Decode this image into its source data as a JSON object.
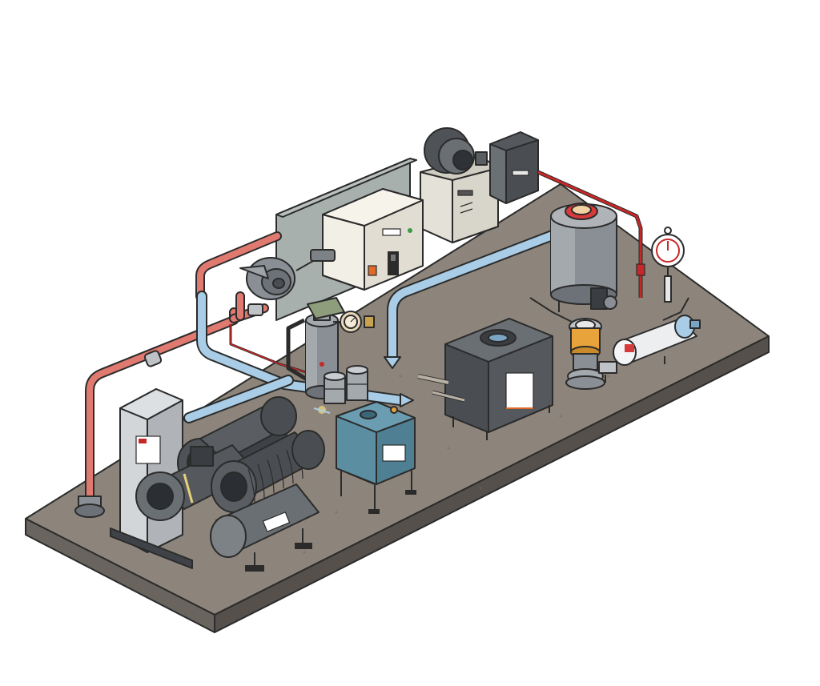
{
  "scene": {
    "kind": "isometric equipment room illustration",
    "text_labels": []
  },
  "palette": {
    "background": "#ffffff",
    "floor_top": "#8d857b",
    "floor_side": "#5f5a55",
    "hot_pipe": "#e07a70",
    "cold_pipe": "#a9cde6",
    "signal_line": "#c62828",
    "metal_dark": "#4f5358",
    "metal_mid": "#8a8f95",
    "metal_light": "#c9ccd0",
    "panel_beige": "#e4e1d8",
    "wall_panel": "#a8b0ad",
    "teal_unit": "#4e7f92",
    "orange_ring": "#e8a33a",
    "red_cap": "#d63a3a"
  },
  "equipment": [
    {
      "id": "wall-panel",
      "icon": "wall-panel"
    },
    {
      "id": "control-box",
      "icon": "electrical-box-icon"
    },
    {
      "id": "blower-fan",
      "icon": "fan-icon"
    },
    {
      "id": "motor-housing",
      "icon": "motor-icon"
    },
    {
      "id": "junction-box",
      "icon": "junction-box-icon"
    },
    {
      "id": "pressure-vessel",
      "icon": "tank-icon"
    },
    {
      "id": "pressure-gauge",
      "icon": "gauge-icon"
    },
    {
      "id": "air-compressor-assembly",
      "icon": "compressor-icon"
    },
    {
      "id": "control-cabinet",
      "icon": "cabinet-icon"
    },
    {
      "id": "filter-canisters",
      "icon": "filter-icon"
    },
    {
      "id": "teal-heater-unit",
      "icon": "heater-icon"
    },
    {
      "id": "black-furnace-box",
      "icon": "furnace-icon"
    },
    {
      "id": "centrifugal-pump",
      "icon": "pump-icon"
    },
    {
      "id": "valve-assembly",
      "icon": "valve-icon"
    }
  ]
}
